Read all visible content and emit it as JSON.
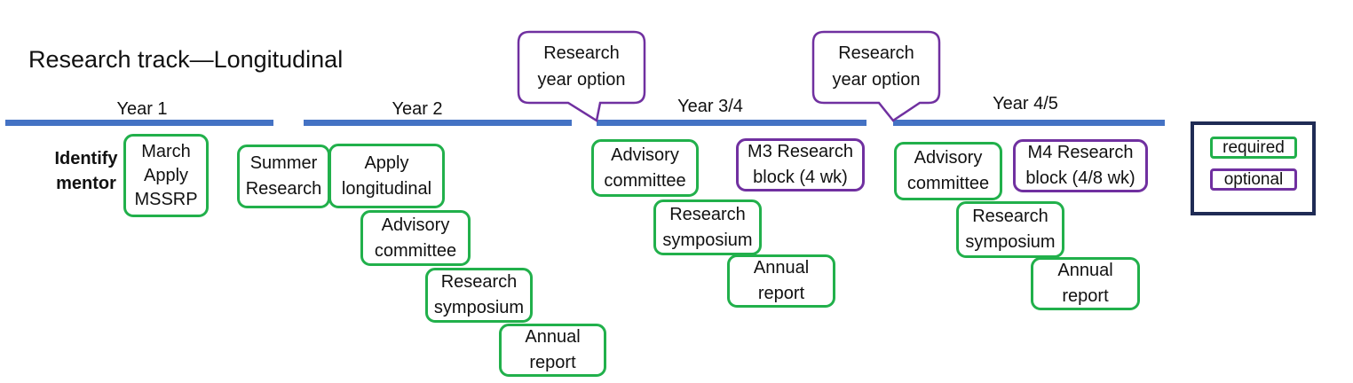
{
  "title": "Research track—Longitudinal",
  "years": [
    "Year 1",
    "Year 2",
    "Year 3/4",
    "Year 4/5"
  ],
  "callouts": [
    "Research\nyear option",
    "Research\nyear option"
  ],
  "identify_mentor": "Identify\nmentor",
  "boxes": {
    "march_apply": "March\nApply\nMSSRP",
    "summer_research": "Summer\nResearch",
    "apply_longitudinal": "Apply\nlongitudinal",
    "y2_advisory": "Advisory\ncommittee",
    "y2_symposium": "Research\nsymposium",
    "y2_annual": "Annual\nreport",
    "y3_advisory": "Advisory\ncommittee",
    "y3_m3_block": "M3 Research\nblock (4 wk)",
    "y3_symposium": "Research\nsymposium",
    "y3_annual": "Annual\nreport",
    "y4_advisory": "Advisory\ncommittee",
    "y4_m4_block": "M4 Research\nblock (4/8 wk)",
    "y4_symposium": "Research\nsymposium",
    "y4_annual": "Annual\nreport"
  },
  "legend": {
    "required": "required",
    "optional": "optional"
  },
  "colors": {
    "timeline": "#4472c4",
    "required": "#21b04b",
    "optional": "#7030a0",
    "legend_frame": "#1f2b55"
  }
}
